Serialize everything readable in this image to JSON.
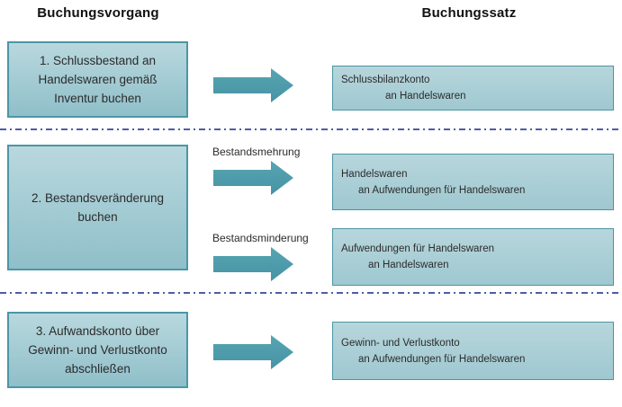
{
  "headers": {
    "left": "Buchungsvorgang",
    "right": "Buchungssatz"
  },
  "colors": {
    "box_border": "#4b96a6",
    "box_fill_top": "#b9d8de",
    "box_fill_bottom": "#8fbfc9",
    "entry_fill_top": "#b7d6dc",
    "entry_fill_bottom": "#9fc8d0",
    "arrow_top": "#57a5b2",
    "arrow_bottom": "#4693a4",
    "divider": "#4f5da6",
    "header_text": "#111111",
    "text": "#2b2b2b"
  },
  "rows": [
    {
      "process": "1. Schlussbestand an\nHandelswaren gemäß\nInventur buchen",
      "arrows": [
        {
          "label": ""
        }
      ],
      "entries": [
        {
          "debit": "Schlussbilanzkonto",
          "credit": "an Handelswaren"
        }
      ]
    },
    {
      "process": "2. Bestandsveränderung\nbuchen",
      "arrows": [
        {
          "label": "Bestandsmehrung"
        },
        {
          "label": "Bestandsminderung"
        }
      ],
      "entries": [
        {
          "debit": "Handelswaren",
          "credit": "an Aufwendungen für Handelswaren"
        },
        {
          "debit": "Aufwendungen für Handelswaren",
          "credit": "an Handelswaren"
        }
      ]
    },
    {
      "process": "3. Aufwandskonto über\nGewinn- und Verlustkonto\nabschließen",
      "arrows": [
        {
          "label": ""
        }
      ],
      "entries": [
        {
          "debit": "Gewinn- und Verlustkonto",
          "credit": "an Aufwendungen für Handelswaren"
        }
      ]
    }
  ]
}
